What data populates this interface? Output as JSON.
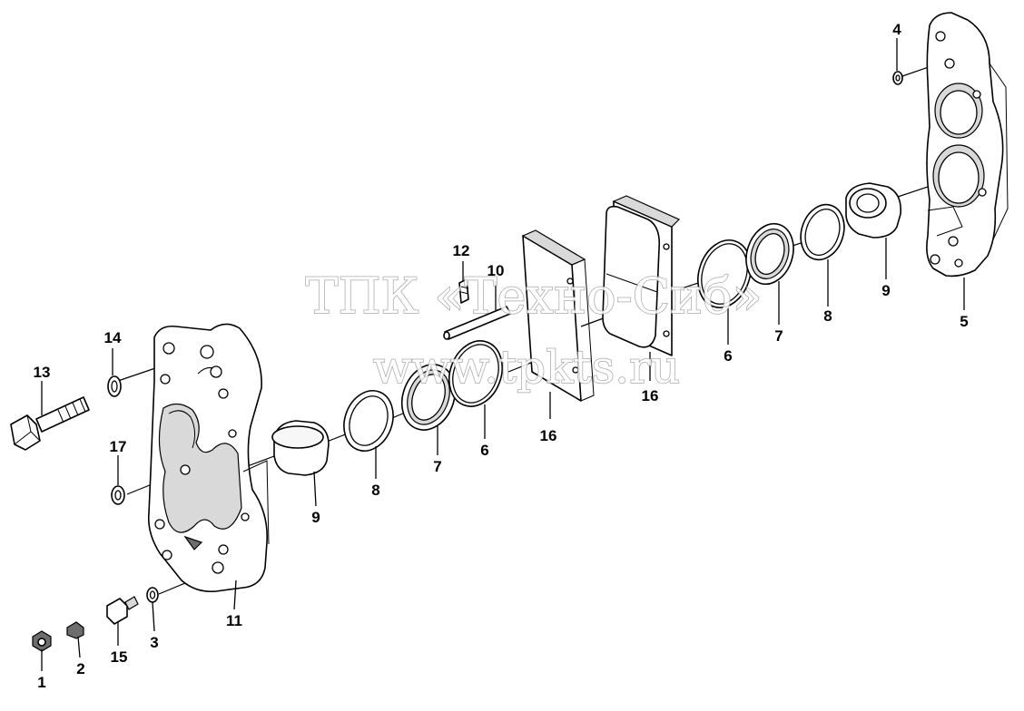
{
  "watermark": {
    "line1": "ТПК «Техно-Сиб»",
    "line2": "www.tpkts.ru"
  },
  "callouts": [
    {
      "id": "c1",
      "text": "1"
    },
    {
      "id": "c2",
      "text": "2"
    },
    {
      "id": "c15",
      "text": "15"
    },
    {
      "id": "c3",
      "text": "3"
    },
    {
      "id": "c11",
      "text": "11"
    },
    {
      "id": "c13",
      "text": "13"
    },
    {
      "id": "c14",
      "text": "14"
    },
    {
      "id": "c17",
      "text": "17"
    },
    {
      "id": "c9a",
      "text": "9"
    },
    {
      "id": "c8a",
      "text": "8"
    },
    {
      "id": "c7a",
      "text": "7"
    },
    {
      "id": "c6a",
      "text": "6"
    },
    {
      "id": "c16a",
      "text": "16"
    },
    {
      "id": "c12",
      "text": "12"
    },
    {
      "id": "c10",
      "text": "10"
    },
    {
      "id": "c16b",
      "text": "16"
    },
    {
      "id": "c6b",
      "text": "6"
    },
    {
      "id": "c7b",
      "text": "7"
    },
    {
      "id": "c8b",
      "text": "8"
    },
    {
      "id": "c9b",
      "text": "9"
    },
    {
      "id": "c4",
      "text": "4"
    },
    {
      "id": "c5",
      "text": "5"
    }
  ],
  "colors": {
    "line": "#000000",
    "background": "#ffffff",
    "watermark_outline": "#9a9a9a"
  }
}
